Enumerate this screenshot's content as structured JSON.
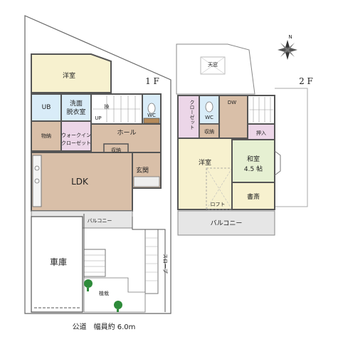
{
  "floor_labels": {
    "first": "1 F",
    "second": "2 F"
  },
  "rooms_1f": {
    "western_room": "洋室",
    "ub": "UB",
    "washroom_line1": "洗面",
    "washroom_line2": "脱衣室",
    "storage_pantry": "物納",
    "walkin_line1": "ウォークイン",
    "walkin_line2": "クローゼット",
    "hall": "ホール",
    "wc": "WC",
    "storage": "収納",
    "entrance": "玄関",
    "ldk": "LDK",
    "balcony": "バルコニー",
    "garage": "車庫",
    "planting": "植栽",
    "slope": "スロープ",
    "up": "UP",
    "down_small": "換"
  },
  "rooms_2f": {
    "skylight": "天窓",
    "closet": "クローゼット",
    "wc": "WC",
    "storage": "収納",
    "dw": "DW",
    "oshiire": "押入",
    "western_room": "洋室",
    "japanese_room_line1": "和室",
    "japanese_room_line2": "4.5 帖",
    "study": "書斎",
    "loft": "ロフト",
    "balcony": "バルコニー"
  },
  "compass": {
    "north": "N"
  },
  "road": "公道　幅員約 6.0m",
  "colors": {
    "western_room": "#f7f1cf",
    "bath": "#d9ecf8",
    "wood_floor": "#d9bfa8",
    "japanese_room": "#e6f0d2",
    "closet": "#ecd6e8",
    "balcony": "#e6e6e6",
    "wall": "#555555",
    "tree": "#2e8b3a"
  }
}
